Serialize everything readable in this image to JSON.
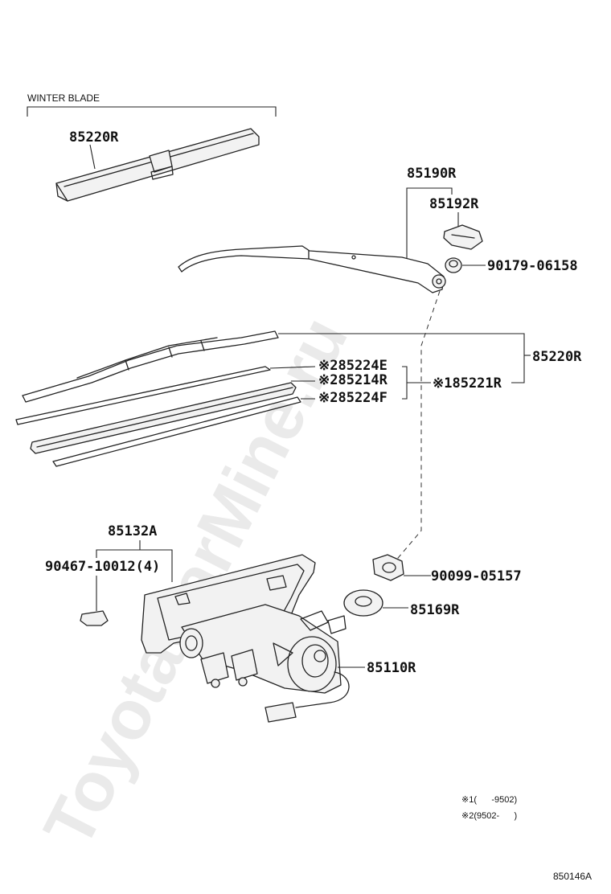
{
  "watermark": "ToyotaCarMine.ru",
  "header_label": "WINTER BLADE",
  "labels": {
    "winter_blade": "85220R",
    "arm_assy": "85190R",
    "arm_cap": "85192R",
    "nut_cap_bolt": "90179-06158",
    "blade_assy": "85220R",
    "rubber_e": "※285224E",
    "rubber_r": "※285214R",
    "rubber_f": "※285224F",
    "blade_set": "※185221R",
    "bracket": "85132A",
    "clip": "90467-10012(4)",
    "nut": "90099-05157",
    "washer": "85169R",
    "motor": "85110R"
  },
  "notes": {
    "note1": "※1(      -9502)",
    "note2": "※2(9502-      )"
  },
  "figure_code": "850146A"
}
